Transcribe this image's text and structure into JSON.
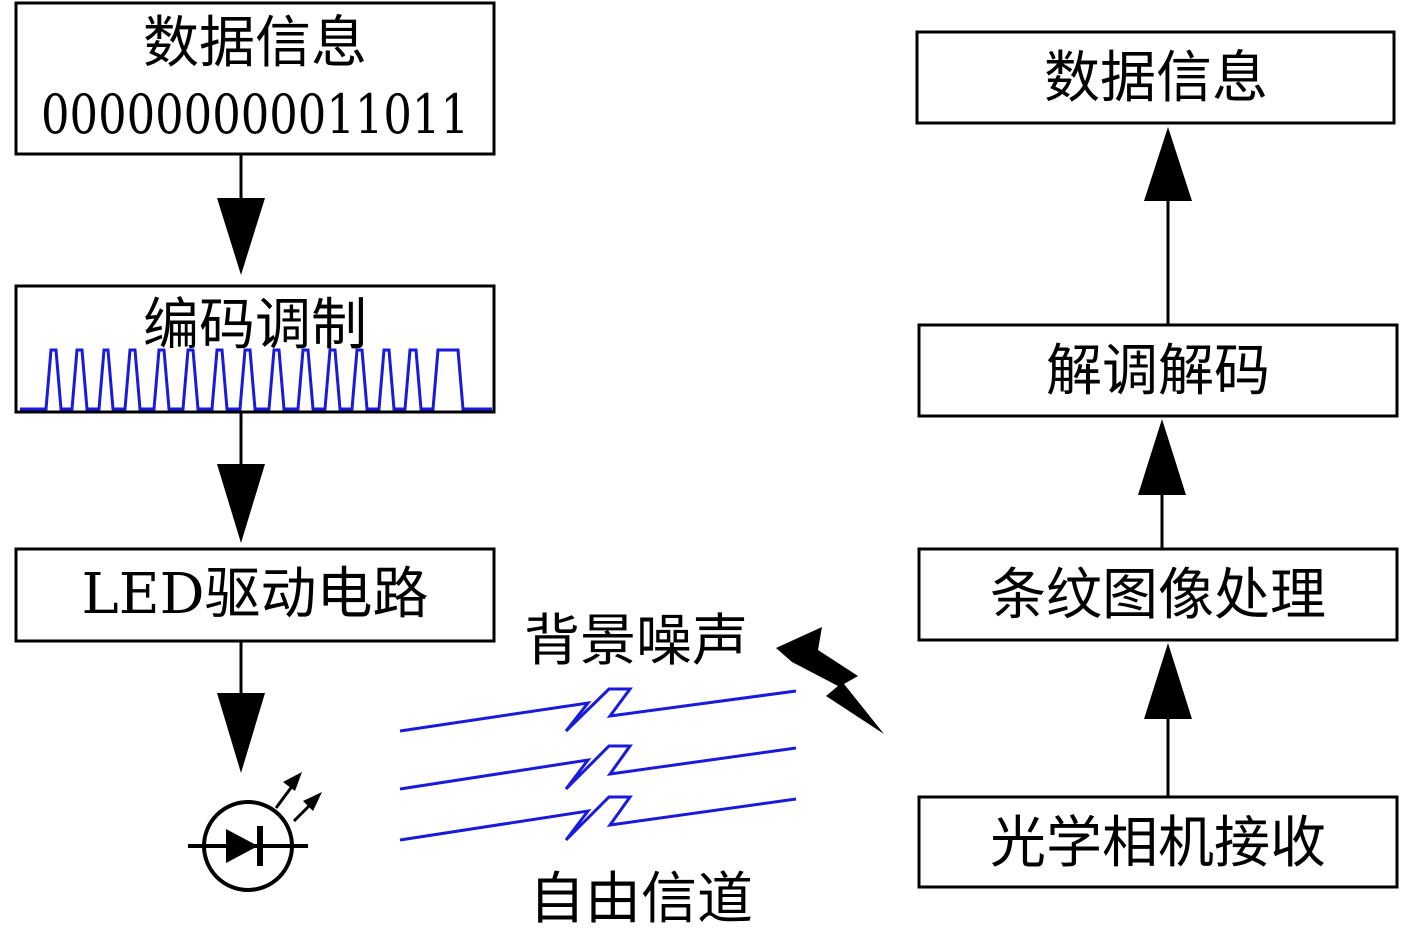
{
  "transmitter": {
    "data_box": {
      "line1": "数据信息",
      "line2": "000000000011011"
    },
    "modulation_box": {
      "label": "编码调制"
    },
    "led_driver_box": {
      "label": "LED驱动电路"
    }
  },
  "channel": {
    "noise_label": "背景噪声",
    "channel_label": "自由信道"
  },
  "receiver": {
    "camera_box": {
      "label": "光学相机接收"
    },
    "image_box": {
      "label": "条纹图像处理"
    },
    "demod_box": {
      "label": "解调解码"
    },
    "data_box": {
      "label": "数据信息"
    }
  },
  "colors": {
    "signal": "#1a1adc",
    "stroke": "#000000"
  },
  "icons": {
    "led": "led-icon",
    "lightning": "lightning-bolt-icon"
  }
}
